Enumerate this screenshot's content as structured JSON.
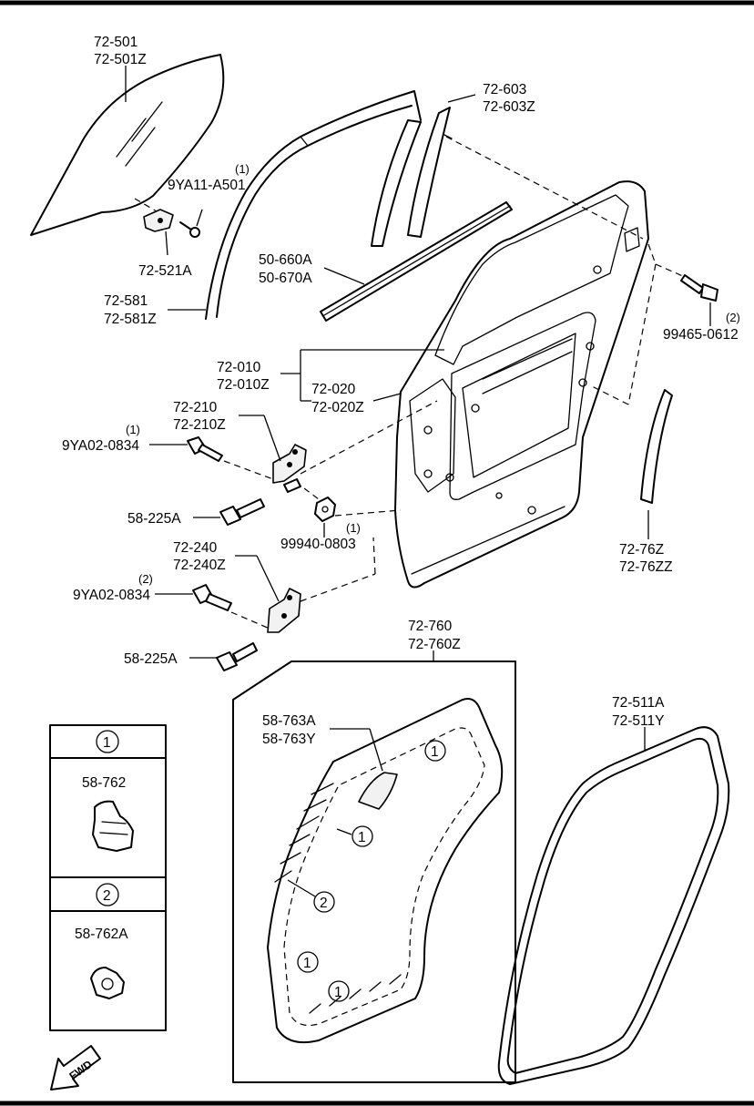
{
  "parts": {
    "glass": [
      "72-501",
      "72-501Z"
    ],
    "glass_bracket": "72-521A",
    "glass_bolt": {
      "qty": "(1)",
      "code": "9YA11-A501"
    },
    "channel_outer": [
      "72-581",
      "72-581Z"
    ],
    "channel_rear": [
      "72-603",
      "72-603Z"
    ],
    "belt_molding": [
      "50-660A",
      "50-670A"
    ],
    "door_bolt": {
      "qty": "(2)",
      "code": "99465-0612"
    },
    "door_panel_group": [
      "72-010",
      "72-010Z"
    ],
    "door_panel": [
      "72-020",
      "72-020Z"
    ],
    "upper_hinge": [
      "72-210",
      "72-210Z"
    ],
    "upper_hinge_bolt": {
      "qty": "(1)",
      "code": "9YA02-0834"
    },
    "hinge_bolt_upper": "58-225A",
    "hinge_nut": {
      "qty": "(1)",
      "code": "99940-0803"
    },
    "lower_hinge": [
      "72-240",
      "72-240Z"
    ],
    "lower_hinge_bolt": {
      "qty": "(2)",
      "code": "9YA02-0834"
    },
    "hinge_bolt_lower": "58-225A",
    "rear_seal": [
      "72-76Z",
      "72-76ZZ"
    ],
    "trim_panel": [
      "72-760",
      "72-760Z"
    ],
    "trim_clip_part": [
      "58-763A",
      "58-763Y"
    ],
    "weatherstrip": [
      "72-511A",
      "72-511Y"
    ]
  },
  "legend": {
    "items": [
      {
        "marker": "1",
        "code": "58-762"
      },
      {
        "marker": "2",
        "code": "58-762A"
      }
    ]
  },
  "trim_markers": [
    "1",
    "1",
    "2",
    "1",
    "1"
  ],
  "fwd_label": "FWD"
}
